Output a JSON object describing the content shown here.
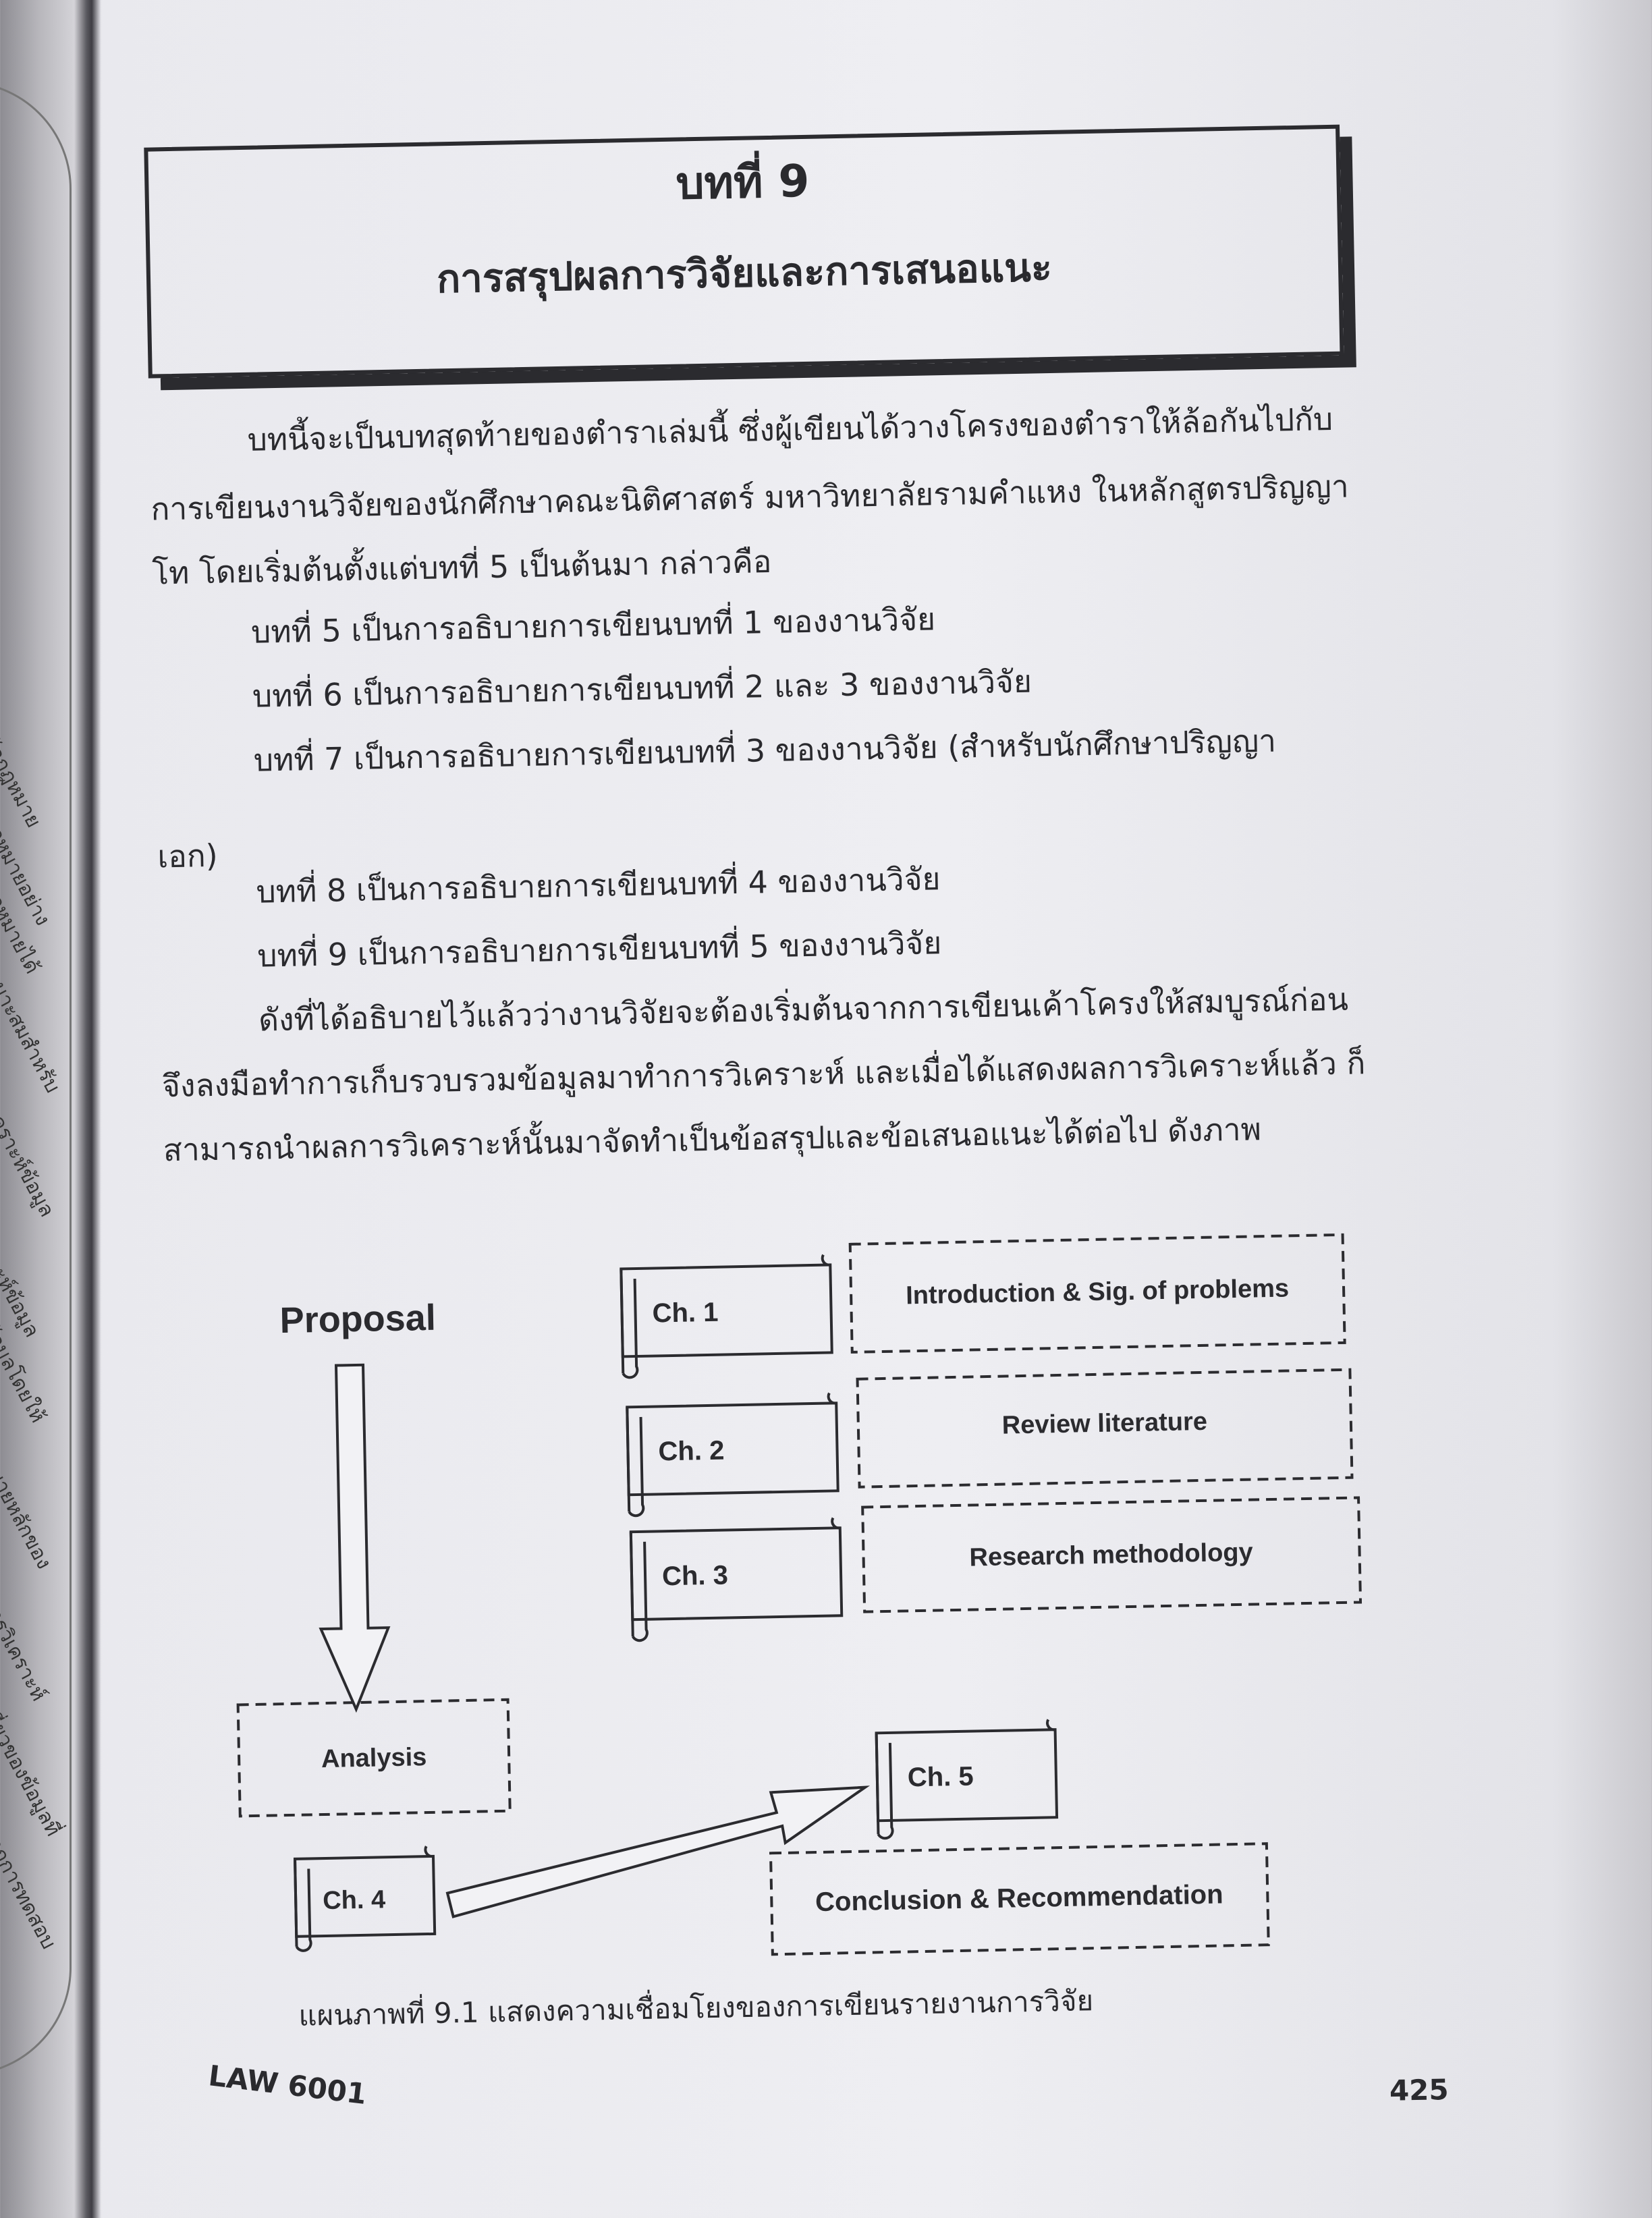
{
  "left_page": {
    "fragments": [
      "ข้อกฎหมาย",
      "กฎหมายอย่าง",
      "กฎหมายได้",
      "เหมาะสมสำหรับ",
      "วิเคราะห์ข้อมูล",
      "ราะห์ข้อมูล",
      "ข้อมูลโดยให้",
      "หมายหลักของ",
      "การวิเคราะห์",
      "เกี่ยวของข้อมูลที่",
      "จากการทดสอบ"
    ]
  },
  "header": {
    "chapter": "บทที่ 9",
    "title": "การสรุปผลการวิจัยและการเสนอแนะ"
  },
  "body": {
    "lines": [
      "บทนี้จะเป็นบทสุดท้ายของตำราเล่มนี้ ซึ่งผู้เขียนได้วางโครงของตำราให้ล้อกันไปกับ",
      "การเขียนงานวิจัยของนักศึกษาคณะนิติศาสตร์ มหาวิทยาลัยรามคำแหง ในหลักสูตรปริญญา",
      "โท โดยเริ่มต้นตั้งแต่บทที่ 5 เป็นต้นมา กล่าวคือ",
      "บทที่ 5 เป็นการอธิบายการเขียนบทที่ 1 ของงานวิจัย",
      "บทที่ 6 เป็นการอธิบายการเขียนบทที่ 2 และ 3 ของงานวิจัย",
      "บทที่ 7 เป็นการอธิบายการเขียนบทที่ 3 ของงานวิจัย (สำหรับนักศึกษาปริญญา",
      "เอก)",
      "บทที่ 8 เป็นการอธิบายการเขียนบทที่ 4 ของงานวิจัย",
      "บทที่ 9 เป็นการอธิบายการเขียนบทที่ 5 ของงานวิจัย",
      "ดังที่ได้อธิบายไว้แล้วว่างานวิจัยจะต้องเริ่มต้นจากการเขียนเค้าโครงให้สมบูรณ์ก่อน",
      "จึงลงมือทำการเก็บรวบรวมข้อมูลมาทำการวิเคราะห์ และเมื่อได้แสดงผลการวิเคราะห์แล้ว ก็",
      "สามารถนำผลการวิเคราะห์นั้นมาจัดทำเป็นข้อสรุปและข้อเสนอแนะได้ต่อไป ดังภาพ"
    ]
  },
  "diagram": {
    "proposal": "Proposal",
    "analysis": "Analysis",
    "ch1": "Ch. 1",
    "ch2": "Ch. 2",
    "ch3": "Ch. 3",
    "ch4": "Ch. 4",
    "ch5": "Ch. 5",
    "intro": "Introduction & Sig. of problems",
    "review": "Review literature",
    "method": "Research methodology",
    "conclusion": "Conclusion & Recommendation"
  },
  "caption": "แผนภาพที่ 9.1 แสดงความเชื่อมโยงของการเขียนรายงานการวิจัย",
  "footer": {
    "course": "LAW 6001",
    "page_number": "425"
  }
}
